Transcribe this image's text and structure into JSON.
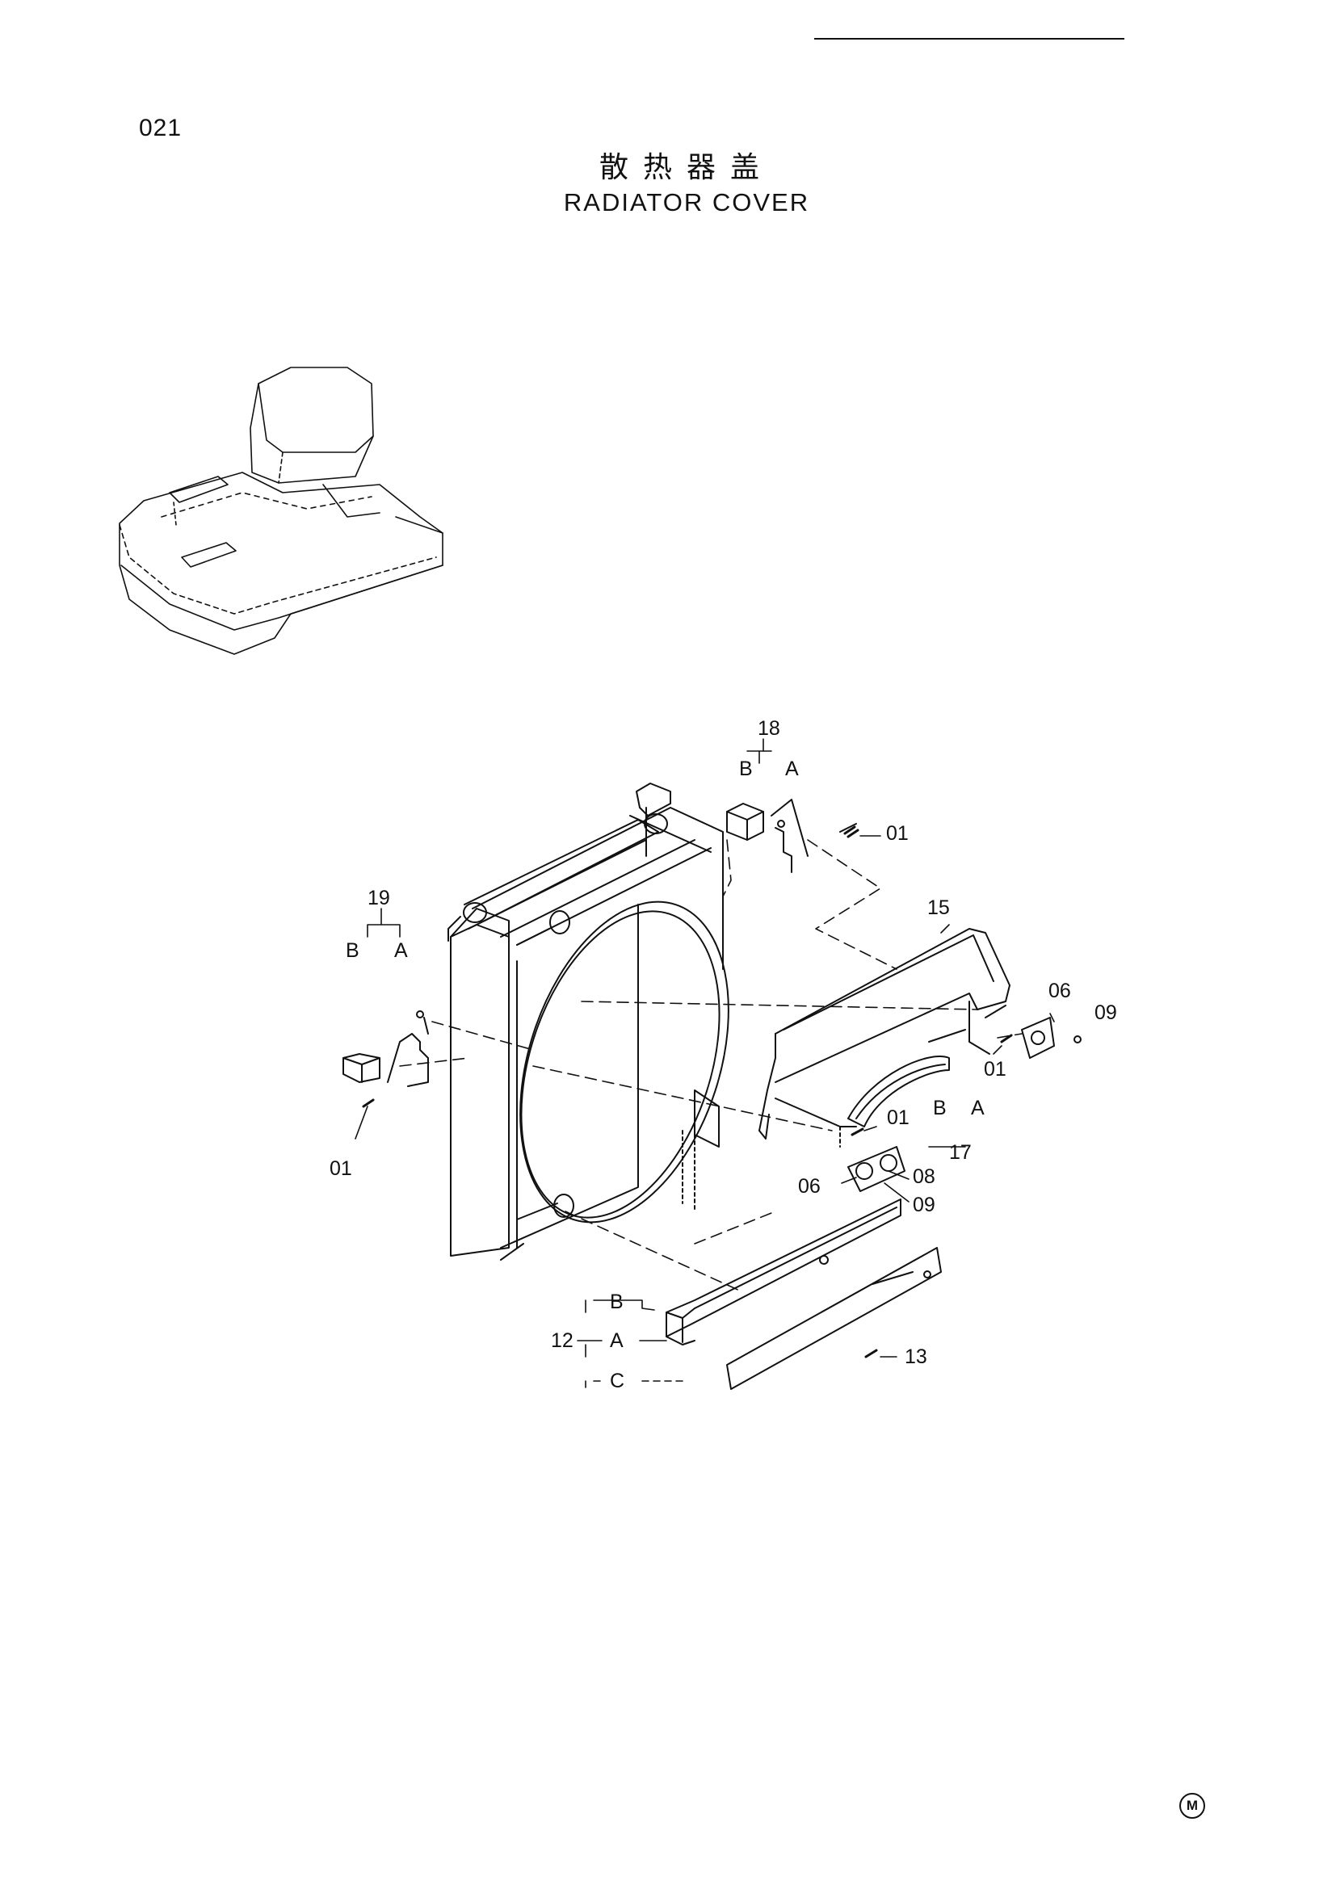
{
  "page": {
    "number": "021",
    "title_cn": "散热器盖",
    "title_en": "RADIATOR COVER",
    "manufacturer_mark": "M"
  },
  "callouts": {
    "c01_top": "01",
    "c18": "18",
    "c18_b": "B",
    "c18_a": "A",
    "c19": "19",
    "c19_b": "B",
    "c19_a": "A",
    "c01_left": "01",
    "c15": "15",
    "c06_right": "06",
    "c09_right": "09",
    "c01_right": "01",
    "c01_mid": "01",
    "c17_b": "B",
    "c17_a": "A",
    "c17": "17",
    "c06_lower": "06",
    "c08": "08",
    "c09_lower": "09",
    "c12": "12",
    "c12_b": "B",
    "c12_a": "A",
    "c12_c": "C",
    "c13": "13"
  }
}
